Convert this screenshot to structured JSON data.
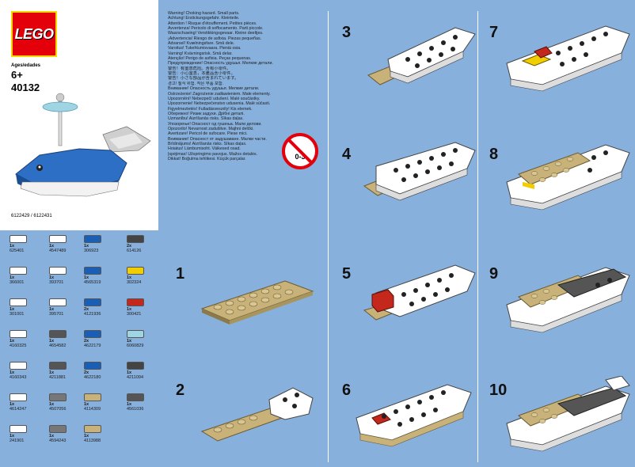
{
  "brand": {
    "logo_text": "LEGO"
  },
  "box": {
    "ages_label": "Ages/edades",
    "ages_value": "6+",
    "set_number": "40132",
    "product_codes": "6122429 / 6122431"
  },
  "warnings": [
    "Warning! Choking hazard. Small parts.",
    "Achtung! Erstickungsgefahr. Kleinteile.",
    "Attention ! Risque d'étouffement. Petites pièces.",
    "Avvertenza! Pericolo di soffocamento. Parti piccole.",
    "Waarschuwing! Verstikkingsgevaar. Kleine deeltjes.",
    "¡Advertencia! Riesgo de asfixia. Piezas pequeñas.",
    "Advarsel! Kvælningsfare. Små dele.",
    "Varoitus! Tukehtumisvaara. Pieniä osia.",
    "Varning! Kvävningsrisk. Små delar.",
    "Atenção! Perigo de asfixia. Peças pequenas.",
    "Предупреждение! Опасность удушья. Мелкие детали.",
    "警告！有窒息危险。含有小零件。",
    "警告：小心窒息，本產品含小零件。",
    "警告！小さな部品が含まれています。",
    "경고! 질식 위험. 작은 부품 포함.",
    "Внимание! Опасность удушья. Мелкие детали.",
    "Ostrzeżenie! Zagrożenie zadławieniem. Małe elementy.",
    "Upozornění! Nebezpečí udušení. Malé součástky.",
    "Upozornenie! Nebezpečenstvo udusenia. Malé súčasti.",
    "Figyelmeztetés! Fulladásveszély! Kis elemek.",
    "Обережно! Ризик задухи. Дрібні деталі.",
    "Uzmanību! Aizrīšanās risks. Sīkas daļas.",
    "Упозорење! Опасност од гушења. Мали делови.",
    "Opozorilo! Nevarnost zadušitve. Majhni delčki.",
    "Avertizare! Pericol de sufocare. Piese mici.",
    "Внимание! Опасност от задушаване. Малки части.",
    "Brīdinājums! Aizrīšanās risks. Sīkas daļas.",
    "Hoiatus! Lämbumisoht. Väikesed osad.",
    "Įspėjimas! Užspringimo pavojus. Mažos detalės.",
    "Dikkat! Boğulma tehlikesi. Küçük parçalar."
  ],
  "age_badge": "0-3",
  "parts": [
    {
      "qty": "1x",
      "id": "625401",
      "color": "#ffffff"
    },
    {
      "qty": "1x",
      "id": "366001",
      "color": "#ffffff"
    },
    {
      "qty": "1x",
      "id": "301001",
      "color": "#ffffff"
    },
    {
      "qty": "1x",
      "id": "4160325",
      "color": "#ffffff"
    },
    {
      "qty": "1x",
      "id": "4160343",
      "color": "#ffffff"
    },
    {
      "qty": "1x",
      "id": "4614247",
      "color": "#ffffff"
    },
    {
      "qty": "1x",
      "id": "241901",
      "color": "#ffffff"
    },
    {
      "qty": "1x",
      "id": "4547489",
      "color": "#ffffff"
    },
    {
      "qty": "1x",
      "id": "393701",
      "color": "#ffffff"
    },
    {
      "qty": "1x",
      "id": "395701",
      "color": "#ffffff"
    },
    {
      "qty": "1x",
      "id": "4654582",
      "color": "#555555"
    },
    {
      "qty": "1x",
      "id": "4211881",
      "color": "#555555"
    },
    {
      "qty": "1x",
      "id": "4507056",
      "color": "#777777"
    },
    {
      "qty": "1x",
      "id": "4594243",
      "color": "#777777"
    },
    {
      "qty": "1x",
      "id": "306923",
      "color": "#1a5fb4"
    },
    {
      "qty": "1x",
      "id": "4565319",
      "color": "#1a5fb4"
    },
    {
      "qty": "2x",
      "id": "4121936",
      "color": "#1a5fb4"
    },
    {
      "qty": "2x",
      "id": "4622179",
      "color": "#1a5fb4"
    },
    {
      "qty": "2x",
      "id": "4622180",
      "color": "#1a5fb4"
    },
    {
      "qty": "1x",
      "id": "4114309",
      "color": "#c8b27a"
    },
    {
      "qty": "1x",
      "id": "4113988",
      "color": "#c8b27a"
    },
    {
      "qty": "2x",
      "id": "614126",
      "color": "#444444"
    },
    {
      "qty": "1x",
      "id": "302324",
      "color": "#f2cd00"
    },
    {
      "qty": "1x",
      "id": "300421",
      "color": "#c4281c"
    },
    {
      "qty": "1x",
      "id": "6060829",
      "color": "#9fd4e3"
    },
    {
      "qty": "1x",
      "id": "4211094",
      "color": "#444444"
    },
    {
      "qty": "1x",
      "id": "4561036",
      "color": "#555555"
    }
  ],
  "steps": [
    "1",
    "2",
    "3",
    "4",
    "5",
    "6",
    "7",
    "8",
    "9",
    "10"
  ],
  "colors": {
    "background": "#87b0dd",
    "tan": "#c8b27a",
    "dark_grey": "#555555",
    "blue": "#1a5fb4",
    "red": "#c4281c",
    "yellow": "#f2cd00"
  }
}
